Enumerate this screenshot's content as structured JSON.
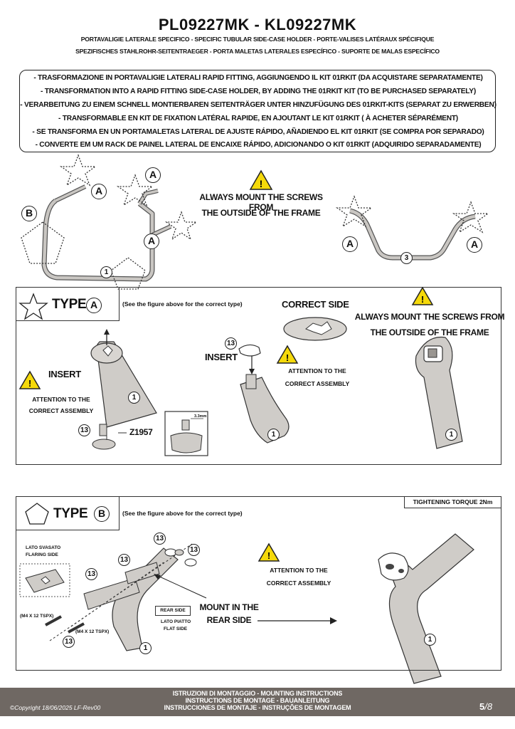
{
  "header": {
    "title": "PL09227MK - KL09227MK",
    "subtitle_1": "PORTAVALIGIE LATERALE SPECIFICO  -  SPECIFIC TUBULAR SIDE-CASE HOLDER  - PORTE-VALISES LATÉRAUX SPÉCIFIQUE",
    "subtitle_2": "SPEZIFISCHES STAHLROHR-SEITENTRAEGER - PORTA MALETAS LATERALES ESPECÍFICO - SUPORTE DE MALAS ESPECÍFICO"
  },
  "notes": [
    "- TRASFORMAZIONE IN PORTAVALIGIE LATERALI RAPID FITTING, AGGIUNGENDO IL KIT 01RKIT (DA ACQUISTARE SEPARATAMENTE)",
    "- TRANSFORMATION INTO A RAPID FITTING SIDE-CASE HOLDER, BY ADDING THE 01RKIT KIT (TO BE PURCHASED SEPARATELY)",
    "- VERARBEITUNG ZU EINEM SCHNELL MONTIERBAREN SEITENTRÄGER UNTER HINZUFÜGUNG DES 01RKIT-KITS (SEPARAT ZU ERWERBEN)",
    "-  TRANSFORMABLE EN KIT DE FIXATION LATÉRAL RAPIDE, EN AJOUTANT LE KIT 01RKIT ( À ACHETER SÉPARÉMENT)",
    "- SE TRANSFORMA EN UN PORTAMALETAS LATERAL DE AJUSTE RÁPIDO, AÑADIENDO EL KIT 01RKIT (SE COMPRA POR SEPARADO)",
    "- CONVERTE EM UM RACK DE PAINEL LATERAL DE ENCAIXE RÁPIDO, ADICIONANDO O KIT 01RKIT (ADQUIRIDO SEPARADAMENTE)"
  ],
  "overview": {
    "label_a": "A",
    "label_b": "B",
    "part_1": "1",
    "part_3": "3",
    "screws_line_1": "ALWAYS MOUNT THE SCREWS FROM",
    "screws_line_2": "THE OUTSIDE OF THE FRAME"
  },
  "type_a": {
    "type_word": "TYPE",
    "letter": "A",
    "hint": "(See the figure above for the correct type)",
    "insert_left": "INSERT",
    "attention_l1": "ATTENTION TO THE",
    "attention_l2": "CORRECT ASSEMBLY",
    "part_13": "13",
    "part_1": "1",
    "code": "Z1957",
    "dim": "3.3mm",
    "correct_side": "CORRECT SIDE",
    "insert_mid": "INSERT",
    "screws_l1": "ALWAYS MOUNT THE SCREWS FROM",
    "screws_l2": "THE OUTSIDE OF THE FRAME"
  },
  "type_b": {
    "type_word": "TYPE",
    "letter": "B",
    "hint": "(See the figure above for the correct type)",
    "torque": "TIGHTENING TORQUE 2Nm",
    "flaring_l1": "LATO SVASATO",
    "flaring_l2": "FLARING SIDE",
    "screw_spec": "(M4 X 12 TSPX)",
    "rear_side": "REAR  SIDE",
    "flat_l1": "LATO PIATTO",
    "flat_l2": "FLAT SIDE",
    "mount_l1": "MOUNT IN THE",
    "mount_l2": "REAR  SIDE",
    "attention_l1": "ATTENTION TO THE",
    "attention_l2": "CORRECT ASSEMBLY",
    "part_13": "13",
    "part_1": "1"
  },
  "footer": {
    "line_1": "ISTRUZIONI DI MONTAGGIO  -  MOUNTING INSTRUCTIONS",
    "line_2": "INSTRUCTIONS DE MONTAGE - BAUANLEITUNG",
    "line_3": "INSTRUCCIONES DE MONTAJE - INSTRUÇÕES DE MONTAGEM",
    "copyright": "©Copyright 18/06/2025 LF-Rev00",
    "page": "5",
    "total": "/8"
  },
  "colors": {
    "footer_bg": "#6f6863",
    "warning": "#f5d90a",
    "part": "#b5b2ae"
  }
}
